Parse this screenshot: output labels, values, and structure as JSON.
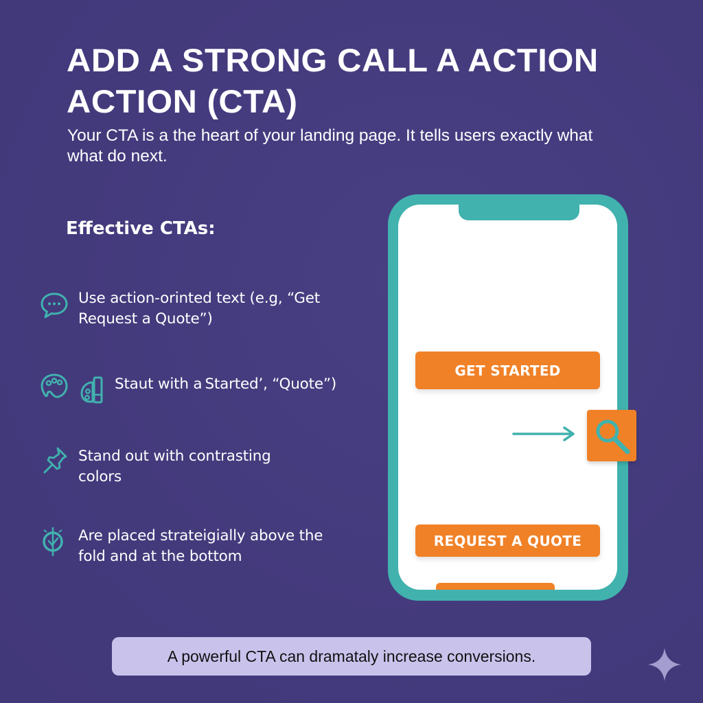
{
  "header": {
    "title_lines": [
      "ADD A STRONG CALL A ACTION",
      "ACTION (CTA)"
    ],
    "intro_lines": [
      "Your CTA is a the heart of your landing page. It tells users exactly what",
      "what do next."
    ]
  },
  "features": {
    "heading": "Effective CTAs:",
    "items": [
      {
        "icon": "chat-bubble-icon",
        "lines": [
          "Use action-orinted text (e.g, “Get",
          "Request a Quote”)"
        ]
      },
      {
        "icon": "palette-icon",
        "secondary_icon": "palette-brush-icon",
        "lines": [
          "Staut with a Started’, “Quote”)"
        ]
      },
      {
        "icon": "pushpin-icon",
        "lines": [
          "Stand out with contrasting",
          "colors"
        ]
      },
      {
        "icon": "target-check-icon",
        "lines": [
          "Are placed strateigially above the",
          "fold and at the bottom"
        ]
      }
    ]
  },
  "phone": {
    "buttons": {
      "primary": "GET STARTED",
      "secondary": "REQUEST A QUOTE",
      "partial": ""
    },
    "arrow_icon": "arrow-right-icon",
    "search_icon": "search-icon"
  },
  "footer": {
    "callout": "A powerful CTA can dramataly increase conversions.",
    "sparkle_icon": "sparkle-icon"
  },
  "colors": {
    "background": "#433a7c",
    "accent_teal": "#41b2ae",
    "accent_orange": "#f08127",
    "callout_bg": "#c9c3ec",
    "text_light": "#ffffff"
  }
}
